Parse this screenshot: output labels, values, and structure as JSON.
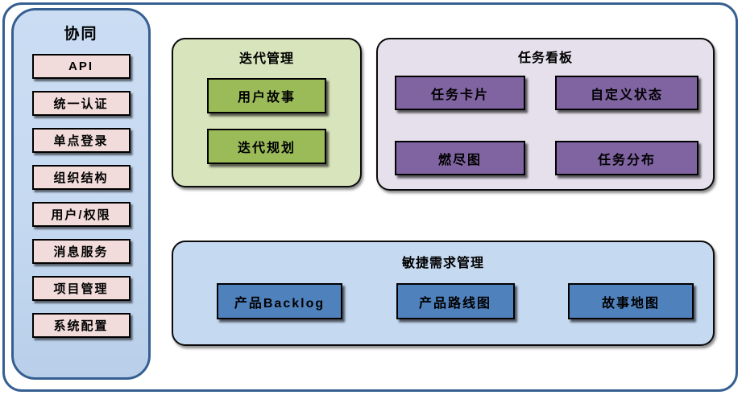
{
  "sidebar": {
    "title": "协同",
    "items": [
      "API",
      "统一认证",
      "单点登录",
      "组织结构",
      "用户/权限",
      "消息服务",
      "项目管理",
      "系统配置"
    ]
  },
  "panels": {
    "iteration": {
      "title": "迭代管理",
      "items": [
        "用户故事",
        "迭代规划"
      ]
    },
    "kanban": {
      "title": "任务看板",
      "items": [
        "任务卡片",
        "自定义状态",
        "燃尽图",
        "任务分布"
      ]
    },
    "requirements": {
      "title": "敏捷需求管理",
      "items": [
        "产品Backlog",
        "产品路线图",
        "故事地图"
      ]
    }
  },
  "colors": {
    "frame_border": "#365F91",
    "sidebar_fill": "#C5D9F1",
    "sidebar_item_fill": "#F2DCDB",
    "iteration_panel_fill": "#D8E4BC",
    "iteration_card_fill": "#9BBB59",
    "kanban_panel_fill": "#E5E0EC",
    "kanban_card_fill": "#8064A2",
    "requirements_panel_fill": "#C5D9F1",
    "requirements_card_fill": "#4F81BD",
    "card_border": "#000000",
    "text": "#000000"
  }
}
